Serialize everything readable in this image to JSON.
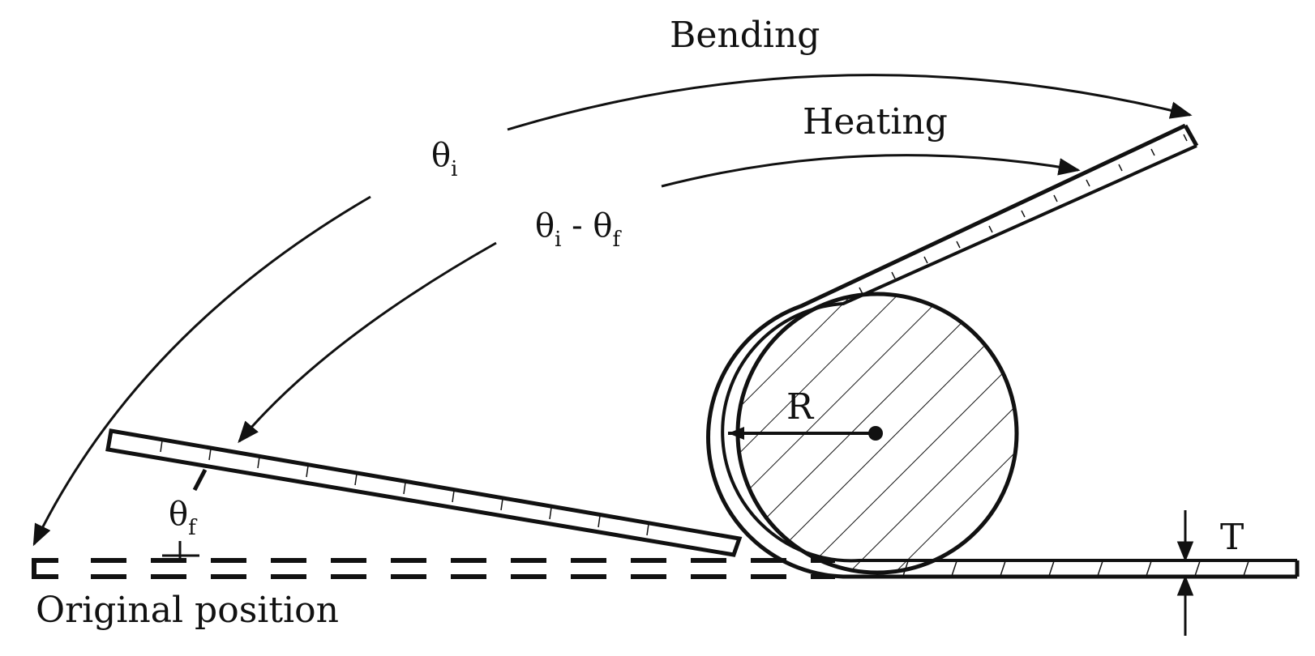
{
  "labels": {
    "bending": "Bending",
    "heating": "Heating",
    "theta_initial": "θ",
    "theta_initial_sub": "i",
    "theta_diff_a": "θ",
    "theta_diff_a_sub": "i",
    "theta_diff_sep": " - ",
    "theta_diff_b": "θ",
    "theta_diff_b_sub": "f",
    "theta_final": "θ",
    "theta_final_sub": "f",
    "radius": "R",
    "thickness": "T",
    "original_position": "Original position"
  },
  "colors": {
    "ink": "#111111",
    "background": "#ffffff"
  }
}
